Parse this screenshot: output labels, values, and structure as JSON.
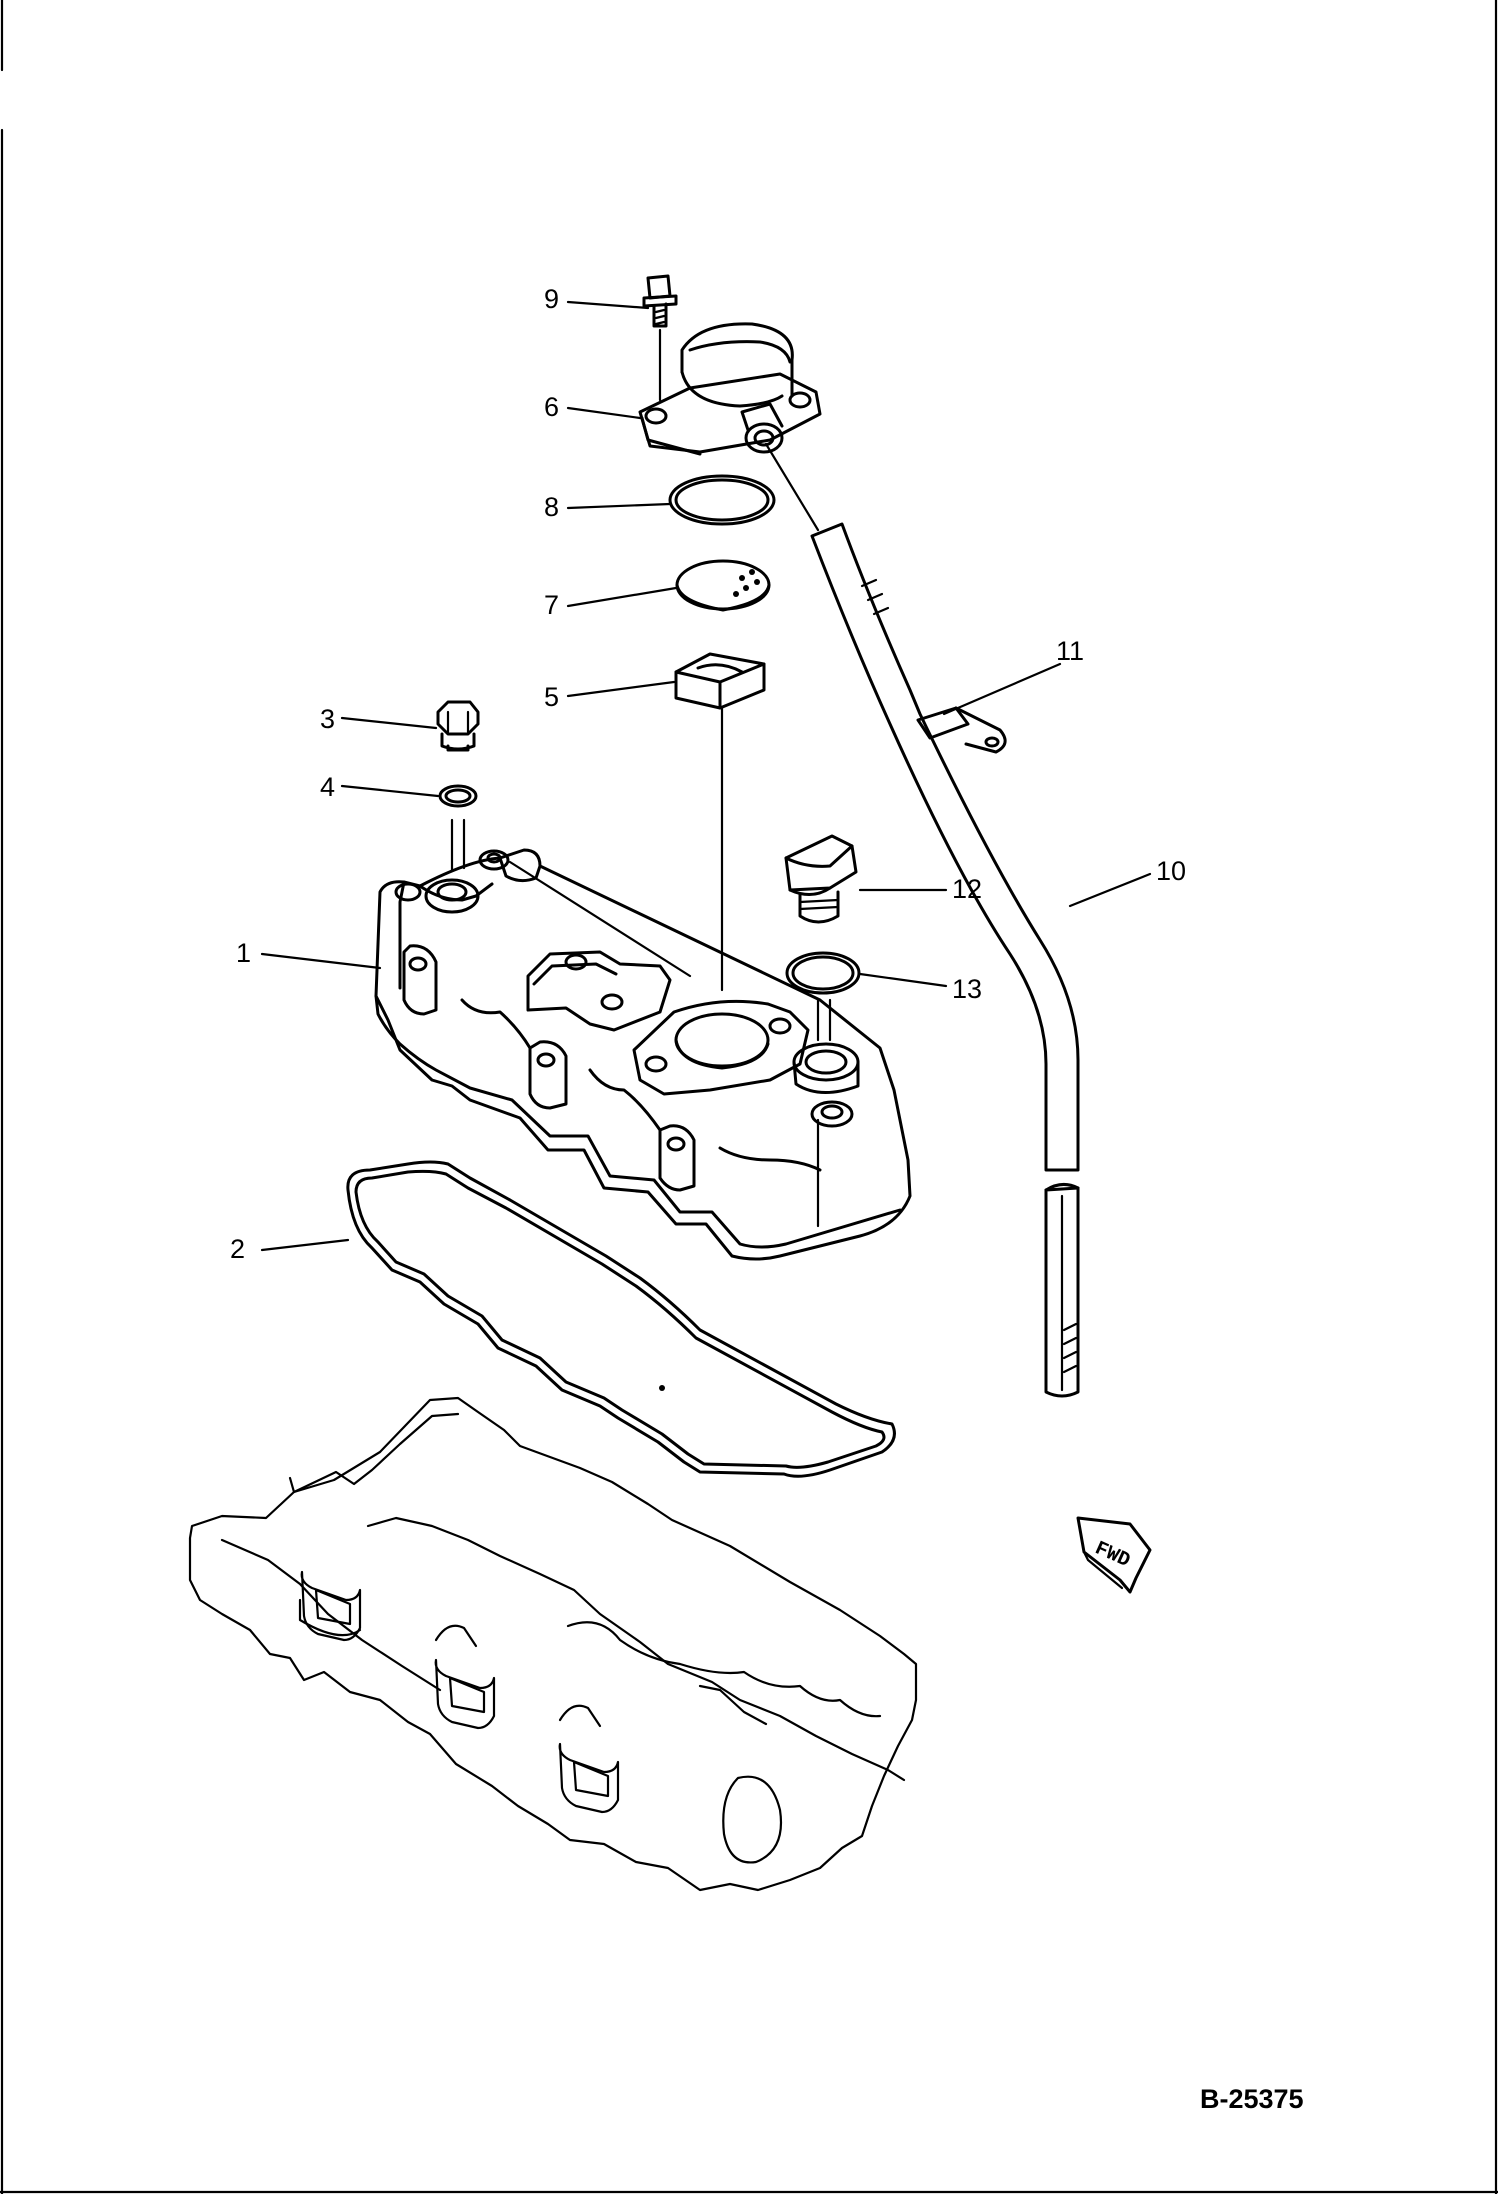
{
  "drawing_code": "B-25375",
  "direction_marker": "FWD",
  "callouts": [
    {
      "id": "1",
      "text": "1"
    },
    {
      "id": "2",
      "text": "2"
    },
    {
      "id": "3",
      "text": "3"
    },
    {
      "id": "4",
      "text": "4"
    },
    {
      "id": "5",
      "text": "5"
    },
    {
      "id": "6",
      "text": "6"
    },
    {
      "id": "7",
      "text": "7"
    },
    {
      "id": "8",
      "text": "8"
    },
    {
      "id": "9",
      "text": "9"
    },
    {
      "id": "10",
      "text": "10"
    },
    {
      "id": "11",
      "text": "11"
    },
    {
      "id": "12",
      "text": "12"
    },
    {
      "id": "13",
      "text": "13"
    }
  ]
}
